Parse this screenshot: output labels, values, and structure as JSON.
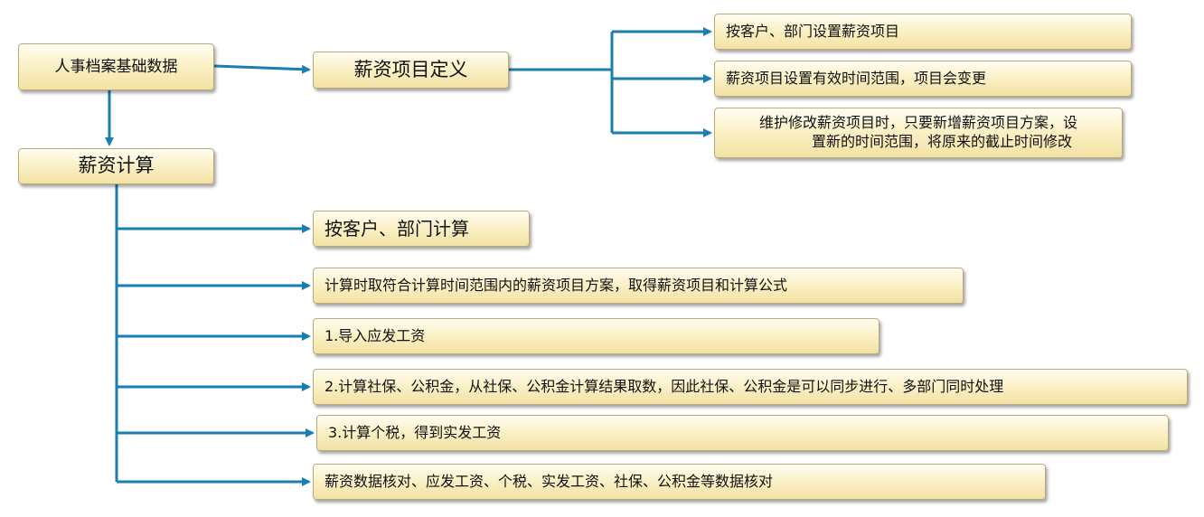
{
  "diagram": {
    "root": "人事档案基础数据",
    "definition": {
      "label": "薪资项目定义",
      "children": [
        "按客户、部门设置薪资项目",
        "薪资项目设置有效时间范围，项目会变更",
        [
          "维护修改薪资项目时，只要新增薪资项目方案，设",
          "置新的时间范围，将原来的截止时间修改"
        ]
      ]
    },
    "calculation": {
      "label": "薪资计算",
      "children": [
        "按客户、部门计算",
        "计算时取符合计算时间范围内的薪资项目方案，取得薪资项目和计算公式",
        "1.导入应发工资",
        "2.计算社保、公积金，从社保、公积金计算结果取数，因此社保、公积金是可以同步进行、多部门同时处理",
        "3.计算个税，得到实发工资",
        "薪资数据核对、应发工资、个税、实发工资、社保、公积金等数据核对"
      ]
    },
    "colors": {
      "connector": "#1a7fb0",
      "box_border": "#b9ab78",
      "box_fill": "#fbf1c8"
    }
  }
}
